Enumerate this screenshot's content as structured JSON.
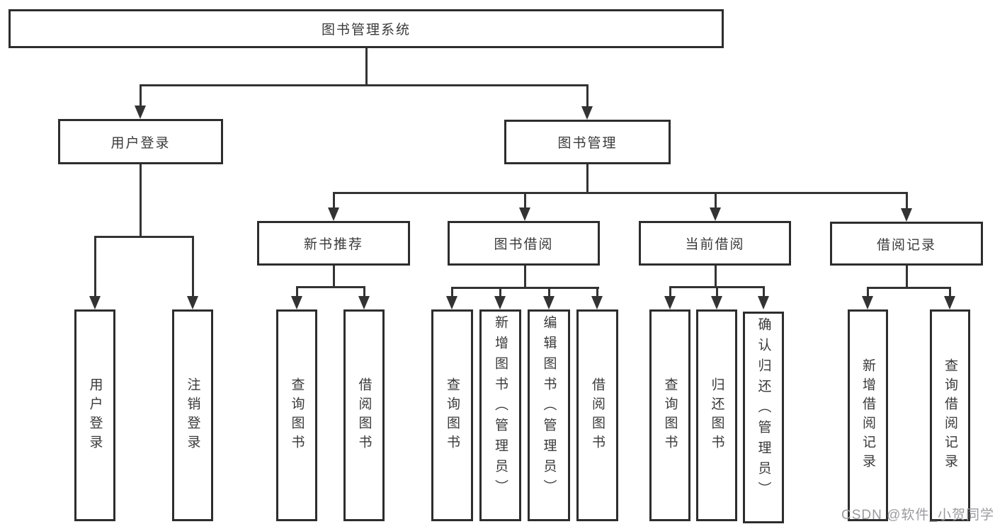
{
  "tree": {
    "label": "图书管理系统",
    "children": [
      {
        "label": "用户登录",
        "children": [
          {
            "label": "用户登录"
          },
          {
            "label": "注销登录"
          }
        ]
      },
      {
        "label": "图书管理",
        "children": [
          {
            "label": "新书推荐",
            "children": [
              {
                "label": "查询图书"
              },
              {
                "label": "借阅图书"
              }
            ]
          },
          {
            "label": "图书借阅",
            "children": [
              {
                "label": "查询图书"
              },
              {
                "label": "新增图书（管理员）"
              },
              {
                "label": "编辑图书（管理员）"
              },
              {
                "label": "借阅图书"
              }
            ]
          },
          {
            "label": "当前借阅",
            "children": [
              {
                "label": "查询图书"
              },
              {
                "label": "归还图书"
              },
              {
                "label": "确认归还（管理员）"
              }
            ]
          },
          {
            "label": "借阅记录",
            "children": [
              {
                "label": "新增借阅记录"
              },
              {
                "label": "查询借阅记录"
              }
            ]
          }
        ]
      }
    ]
  },
  "watermark": "CSDN @软件_小贺同学",
  "colors": {
    "line": "#333333",
    "box_border": "#2d2d2d",
    "box_fill": "#ffffff",
    "text": "#3a3a3a",
    "watermark": "#9b9b9f",
    "background": "#ffffff"
  }
}
